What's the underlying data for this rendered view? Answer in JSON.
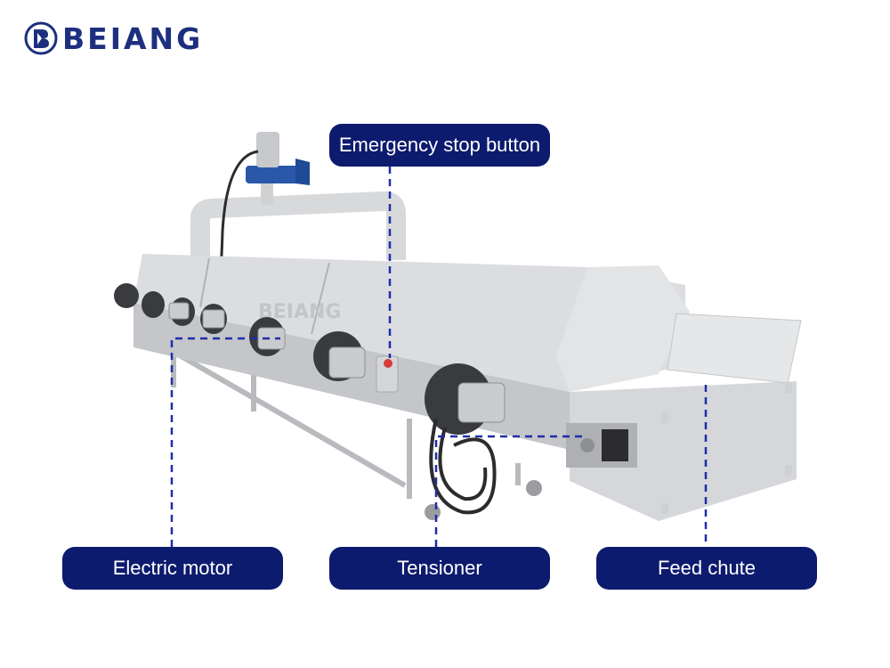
{
  "brand": {
    "name": "BEIANG",
    "color": "#1d2f7e"
  },
  "machine_watermark": "BEIANG",
  "callouts": {
    "emergency_stop": "Emergency stop button",
    "electric_motor": "Electric motor",
    "tensioner": "Tensioner",
    "feed_chute": "Feed chute"
  },
  "colors": {
    "callout_bg": "#0d1b6e",
    "leader_line": "#1e2fa8",
    "steel": "#c9cbce"
  }
}
